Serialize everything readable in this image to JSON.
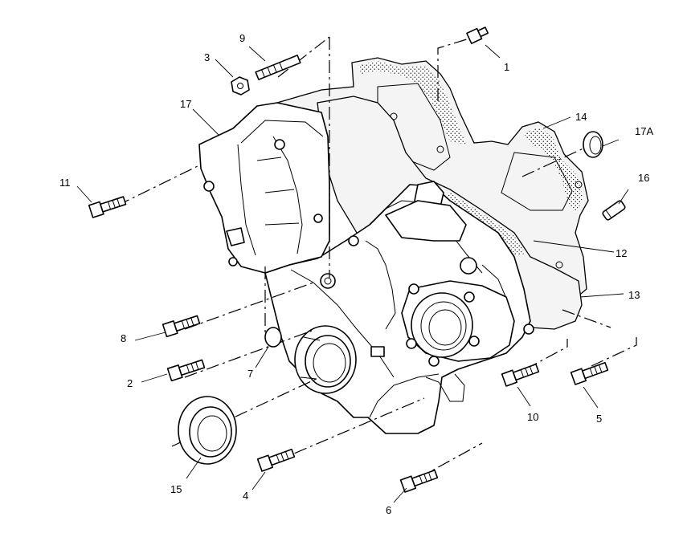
{
  "callouts": {
    "c1": "1",
    "c2": "2",
    "c3": "3",
    "c4": "4",
    "c5": "5",
    "c6": "6",
    "c7": "7",
    "c8": "8",
    "c9": "9",
    "c10": "10",
    "c11": "11",
    "c12": "12",
    "c13": "13",
    "c14": "14",
    "c15": "15",
    "c16": "16",
    "c17": "17",
    "c17a": "17A"
  }
}
